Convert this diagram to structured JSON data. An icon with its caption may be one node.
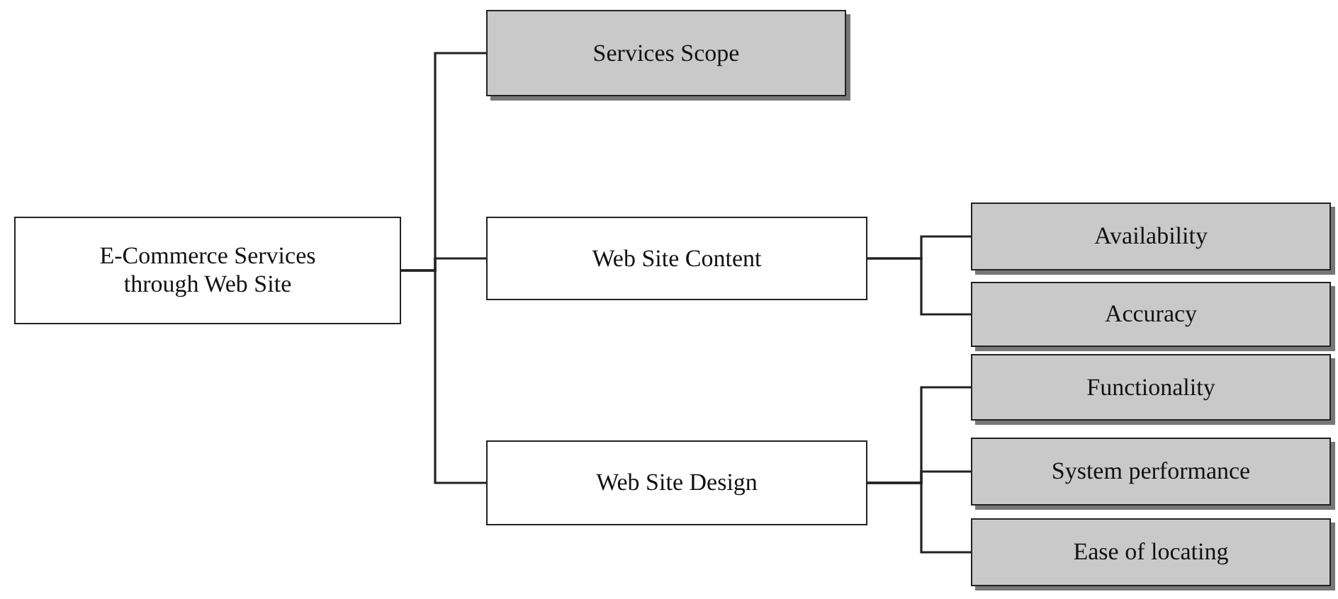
{
  "diagram": {
    "nodes": [
      {
        "text": [
          "E-Commerce Services through Web Site"
        ]
      },
      {
        "text": [
          "Services Scope"
        ]
      },
      {
        "text": [
          "Web Site Content"
        ]
      },
      {
        "text": [
          "Web Site Design"
        ]
      },
      {
        "text": [
          "Availability"
        ]
      },
      {
        "text": [
          "Accuracy"
        ]
      },
      {
        "text": [
          "Functionality"
        ]
      },
      {
        "text": [
          "System performance"
        ]
      },
      {
        "text": [
          "Ease of locating"
        ]
      }
    ],
    "edges": [
      {
        "from": 0,
        "to": 1,
        "arrow": "none"
      },
      {
        "from": 0,
        "to": 2,
        "arrow": "none"
      },
      {
        "from": 0,
        "to": 3,
        "arrow": "none"
      },
      {
        "from": 2,
        "to": 4,
        "arrow": "none"
      },
      {
        "from": 2,
        "to": 5,
        "arrow": "none"
      },
      {
        "from": 3,
        "to": 6,
        "arrow": "none"
      },
      {
        "from": 3,
        "to": 7,
        "arrow": "none"
      },
      {
        "from": 3,
        "to": 8,
        "arrow": "none"
      }
    ]
  }
}
